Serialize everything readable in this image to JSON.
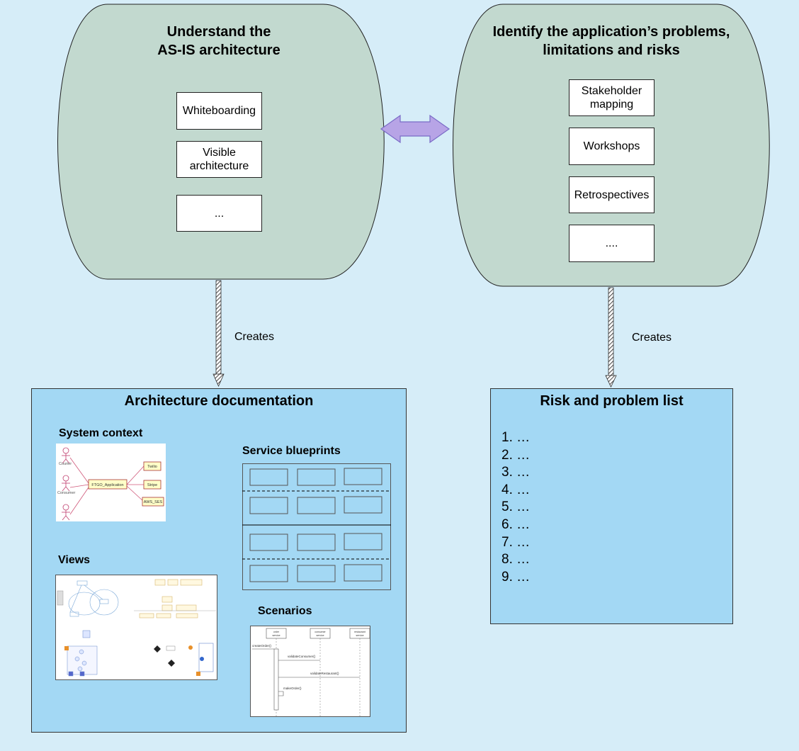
{
  "left_capsule": {
    "title_line1": "Understand the",
    "title_line2": "AS-IS architecture",
    "items": [
      "Whiteboarding",
      "Visible architecture",
      "..."
    ]
  },
  "right_capsule": {
    "title_line1": "Identify the application’s problems,",
    "title_line2": "limitations and risks",
    "items": [
      "Stakeholder mapping",
      "Workshops",
      "Retrospectives",
      "...."
    ]
  },
  "connectors": {
    "left_label": "Creates",
    "right_label": "Creates"
  },
  "arch_doc": {
    "title": "Architecture documentation",
    "system_context": {
      "heading": "System context",
      "actors": [
        "Courier",
        "Consumer"
      ],
      "app": "FTGO_Application",
      "externals": [
        "Twilio",
        "Stripe",
        "AWS_SES"
      ]
    },
    "service_blueprints": {
      "heading": "Service blueprints"
    },
    "views": {
      "heading": "Views"
    },
    "scenarios": {
      "heading": "Scenarios",
      "lifelines": [
        "order service",
        "consumer service",
        "restaurant service"
      ],
      "messages": [
        "createOrder()",
        "validateConsumer()",
        "validateRestaurant()",
        "makeOrder()"
      ]
    }
  },
  "risk_list": {
    "title": "Risk and problem list",
    "items": [
      "1. …",
      "2. …",
      "3. …",
      "4. …",
      "5. …",
      "6. …",
      "7. …",
      "8. …",
      "9. …"
    ]
  },
  "colors": {
    "background": "#d6edf8",
    "capsule_fill": "#c2d9cf",
    "panel_fill": "#a3d8f4",
    "arrow_fill": "#b7a4e6",
    "arrow_stroke": "#7a6bc7"
  }
}
